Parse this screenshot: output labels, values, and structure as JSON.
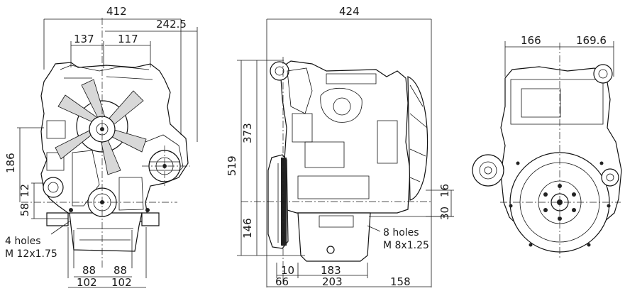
{
  "views": {
    "front": {
      "dims": {
        "overall_width": "412",
        "offset_right": "242.5",
        "offset_left": "137",
        "offset_mid": "117",
        "height_upper": "186",
        "small_12": "12",
        "small_58": "58",
        "foot_88_left": "88",
        "foot_88_right": "88",
        "foot_102_left": "102",
        "foot_102_right": "102"
      },
      "note": {
        "line1": "4 holes",
        "line2": "M 12x1.75"
      }
    },
    "side": {
      "dims": {
        "overall_width": "424",
        "overall_height": "519",
        "height_373": "373",
        "height_146": "146",
        "right_30": "30",
        "right_16": "16",
        "bottom_10": "10",
        "bottom_183": "183",
        "bottom_66": "66",
        "bottom_203": "203",
        "bottom_158": "158"
      },
      "note": {
        "line1": "8 holes",
        "line2": "M 8x1.25"
      }
    },
    "rear": {
      "dims": {
        "left_166": "166",
        "right_169_6": "169.6"
      }
    }
  }
}
